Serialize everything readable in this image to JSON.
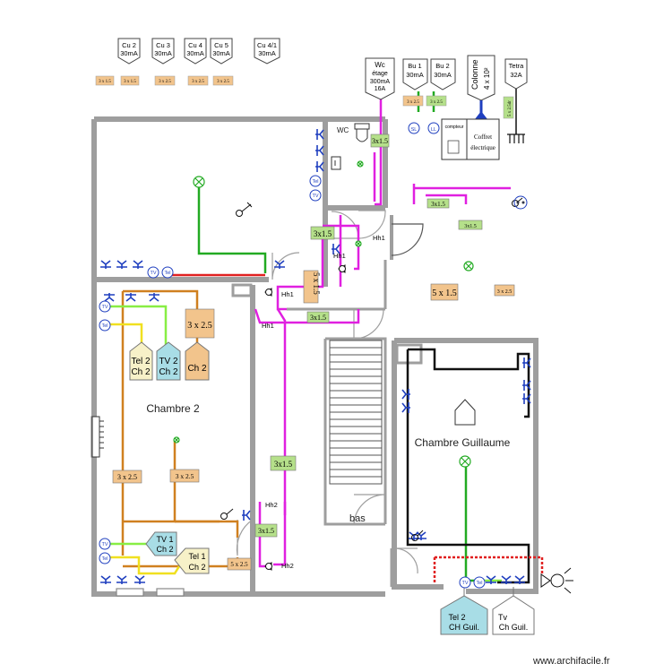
{
  "top_tags": [
    {
      "line1": "Cu 2",
      "line2": "30mA"
    },
    {
      "line1": "Cu 3",
      "line2": "30mA"
    },
    {
      "line1": "Cu 4",
      "line2": "30mA"
    },
    {
      "line1": "Cu 5",
      "line2": "30mA"
    },
    {
      "line1": "Cu 4/1",
      "line2": "30mA"
    }
  ],
  "tag_wc": {
    "line1": "Wc",
    "line2": "étage",
    "line3": "300mA",
    "line4": "16A"
  },
  "tag_bu1": {
    "line1": "Bu 1",
    "line2": "30mA"
  },
  "tag_bu2": {
    "line1": "Bu 2",
    "line2": "30mA"
  },
  "colonne": {
    "line1": "Colonne",
    "line2": "4 x 10²"
  },
  "tetra": {
    "line1": "Tetra",
    "line2": "32A"
  },
  "small_cables": {
    "c1": "3 x 1.5",
    "c2": "3 x 1.5",
    "c3": "3 x 2.5",
    "c4": "3 x 2.5",
    "c5": "3 x 2.5",
    "bu1": "3 x 2.5",
    "bu2": "3 x 2.5",
    "tetra": "5 x 2.5dr"
  },
  "cable_labels": {
    "wc_vertical": "3x1.5",
    "hall_top": "3x1.5",
    "hall_vertical": "5 x 1.5",
    "hall_mid": "3x1.5",
    "hall_long": "3x1.5",
    "hall_low": "3x1.5",
    "right_top": "3x1.5",
    "right_mid": "3x1.5",
    "right_big": "5 x 1.5",
    "right_small": "3 x 2.5",
    "ch2_top": "3 x 2.5",
    "ch2_left": "3 x 2.5",
    "ch2_mid": "3 x 2.5",
    "ch2_bottom": "5 x 2.5"
  },
  "rooms": {
    "chambre2": "Chambre 2",
    "chambre_guillaume": "Chambre Guillaume",
    "wc": "WC",
    "bas": "bas"
  },
  "equipment": {
    "compteur": "compteur",
    "coffret_line1": "Coffret",
    "coffret_line2": "électrique",
    "sl": "SL",
    "ll": "LL",
    "tv": "TV",
    "tel": "Tel"
  },
  "switch_labels": {
    "hh1_a": "Hh1",
    "hh1_b": "Hh1",
    "hh1_c": "Hh1",
    "hh1_d": "Hh1",
    "hh2_a": "Hh2",
    "hh2_b": "Hh2"
  },
  "outlet_tags": {
    "tel2_ch2": {
      "line1": "Tel 2",
      "line2": "Ch 2"
    },
    "tv2_ch2": {
      "line1": "TV 2",
      "line2": "Ch 2"
    },
    "ch2": {
      "line1": "Ch 2"
    },
    "tv1_ch2": {
      "line1": "TV 1",
      "line2": "Ch 2"
    },
    "tel1_ch2": {
      "line1": "Tel 1",
      "line2": "Ch 2"
    },
    "tel2_guil": {
      "line1": "Tel 2",
      "line2": "CH Guil."
    },
    "tv_guil": {
      "line1": "Tv",
      "line2": "Ch Guil."
    }
  },
  "watermark": "www.archifacile.fr",
  "colors": {
    "wall": "#9e9e9e",
    "magenta": "#e020e0",
    "green": "#22aa22",
    "orange": "#d08020",
    "yellow": "#f0e020",
    "lightgreen": "#88ee44",
    "red": "#e02020",
    "black": "#000000",
    "blue": "#1f3fbf",
    "cable_tag_green": "#b5e08a",
    "cable_tag_tan": "#f2c48c",
    "tag_cyan": "#a8dde6",
    "tag_cream": "#f7f1c8"
  }
}
